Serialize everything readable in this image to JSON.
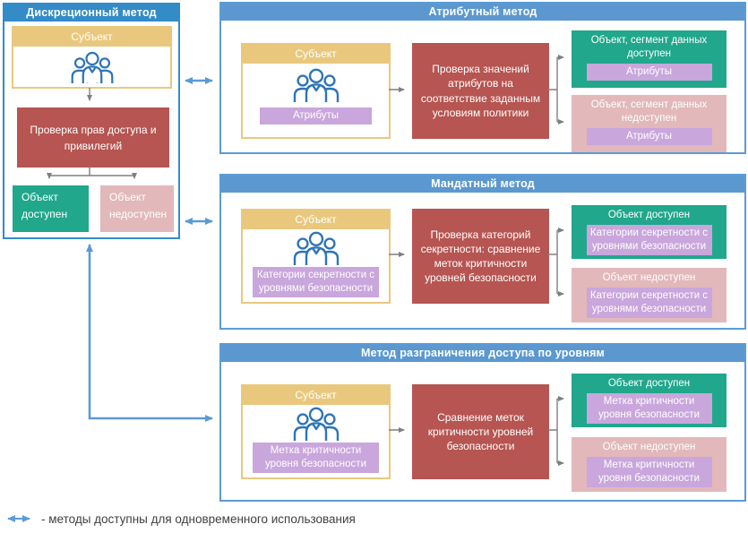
{
  "legend": {
    "label": "- методы доступны для одновременного использования"
  },
  "panels": {
    "discretionary": {
      "title": "Дискреционный метод",
      "subject_title": "Субъект",
      "check_label": "Проверка прав доступа и привилегий",
      "allowed_title": "Объект доступен",
      "denied_title": "Объект недоступен"
    },
    "attribute": {
      "title": "Атрибутный метод",
      "subject_title": "Субъект",
      "subject_tag": "Атрибуты",
      "check_label": "Проверка значений атрибутов на соответствие заданным условиям политики",
      "allowed_title": "Объект, сегмент данных доступен",
      "allowed_tag": "Атрибуты",
      "denied_title": "Объект, сегмент данных недоступен",
      "denied_tag": "Атрибуты"
    },
    "mandatory": {
      "title": "Мандатный метод",
      "subject_title": "Субъект",
      "subject_tag": "Категории секретности с уровнями безопасности",
      "check_label": "Проверка категорий секретности: сравнение меток критичности уровней безопасности",
      "allowed_title": "Объект доступен",
      "allowed_tag": "Категории секретности с уровнями безопасности",
      "denied_title": "Объект недоступен",
      "denied_tag": "Категории секретности с уровнями безопасности"
    },
    "levels": {
      "title": "Метод разграничения доступа по уровням",
      "subject_title": "Субъект",
      "subject_tag": "Метка критичности уровня безопасности",
      "check_label": "Сравнение меток критичности уровней безопасности",
      "allowed_title": "Объект доступен",
      "allowed_tag": "Метка критичности уровня безопасности",
      "denied_title": "Объект недоступен",
      "denied_tag": "Метка критичности уровня безопасности"
    }
  },
  "colors": {
    "header_blue": "#5b98d0",
    "header_blue_left": "#338bc7",
    "panel_border": "#5b9bd5",
    "subject_yellow": "#e9c87e",
    "tag_purple": "#c9a6dc",
    "check_red": "#b65551",
    "allowed_green": "#21a78c",
    "denied_pink": "#e2b8ba",
    "arrow_gray": "#7f7f7f",
    "arrow_blue": "#5b9bd5",
    "icon_blue": "#2e74b5",
    "legend_text": "#3f3f3f"
  }
}
